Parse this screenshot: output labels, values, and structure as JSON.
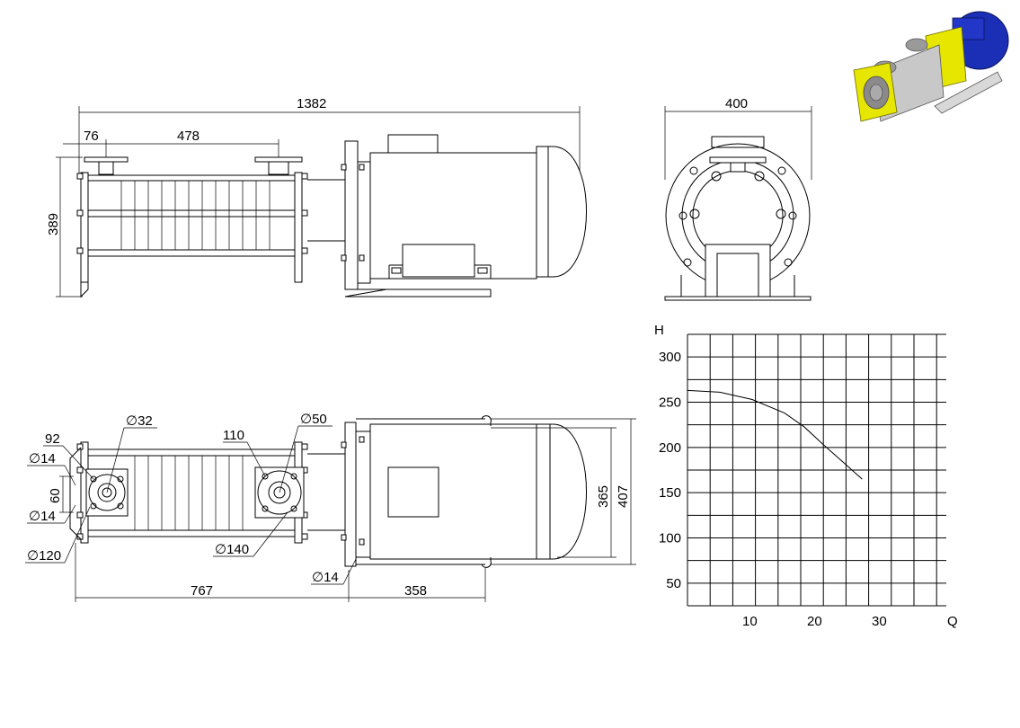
{
  "dimensions": {
    "side_view": {
      "overall_length": "1382",
      "flange_offset": "76",
      "flange_spacing": "478",
      "height": "389"
    },
    "end_view": {
      "width": "400"
    },
    "top_view": {
      "port_a_dia": "∅32",
      "port_b_dia": "∅50",
      "bolt_circle_a": "92",
      "bolt_circle_b": "110",
      "hole_dia_1": "∅14",
      "hole_dia_2": "∅14",
      "base_hole_dia": "∅14",
      "spacing_60": "60",
      "flange_a_dia": "∅120",
      "flange_b_dia": "∅140",
      "pump_length": "767",
      "motor_foot_length": "358",
      "motor_width_365": "365",
      "motor_width_407": "407"
    }
  },
  "chart_data": {
    "type": "line",
    "xlabel": "Q",
    "ylabel": "H",
    "x_ticks": [
      10,
      20,
      30
    ],
    "y_ticks": [
      50,
      100,
      150,
      200,
      250,
      300
    ],
    "xlim": [
      0,
      40
    ],
    "ylim": [
      25,
      325
    ],
    "grid": true,
    "series": [
      {
        "x": [
          0,
          5,
          10,
          15,
          18,
          21,
          24,
          27
        ],
        "y": [
          263,
          261,
          253,
          238,
          223,
          203,
          184,
          165
        ]
      }
    ],
    "colors": {
      "line": "#000000",
      "grid": "#000000"
    }
  },
  "render": {
    "motor_blue": "#1a2fb5",
    "flange_yellow": "#e6e600",
    "pump_silver": "#c8c8c8"
  }
}
